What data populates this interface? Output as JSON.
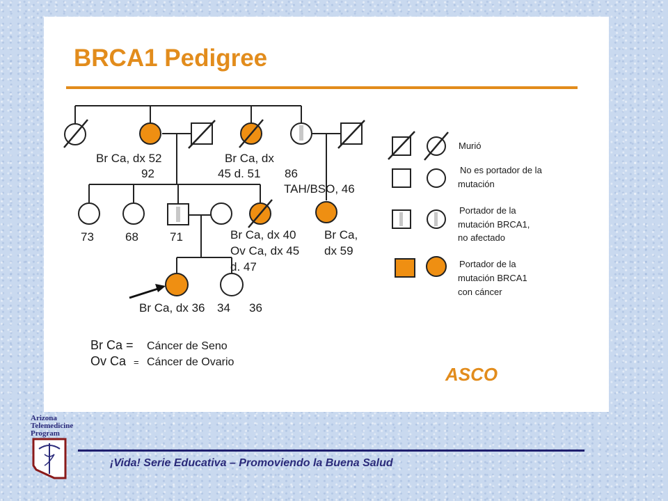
{
  "slide": {
    "title": "BRCA1 Pedigree",
    "footer": "¡Vida! Serie Educativa – Promoviendo la Buena Salud"
  },
  "pedigree": {
    "gen1": {
      "female_left_label": "",
      "female_affected_label": "Br Ca, dx 52",
      "female_affected_age": "92",
      "female_mid_label": "Br Ca, dx",
      "female_mid_label2": "45 d. 51",
      "female_carrier_age": "86",
      "female_carrier_label": "TAH/BSO, 46"
    },
    "gen2": {
      "c1_age": "73",
      "c2_age": "68",
      "c3_age": "71",
      "c5_label1": "Br Ca, dx 40",
      "c5_label2": "Ov Ca, dx 45",
      "c5_label3": "d. 47",
      "c6_label1": "Br Ca,",
      "c6_label2": "dx 59"
    },
    "gen3": {
      "proband_label": "Br Ca, dx 36",
      "proband_age_x": "34",
      "sister_age": "36"
    }
  },
  "legend": {
    "died": "Murió",
    "non_carrier_1": "No es portador de la",
    "non_carrier_2": "mutación",
    "carrier_unaffected_1": "Portador de la",
    "carrier_unaffected_2": "mutación BRCA1,",
    "carrier_unaffected_3": "no afectado",
    "carrier_cancer_1": "Portador de la",
    "carrier_cancer_2": "mutación BRCA1",
    "carrier_cancer_3": "con cáncer"
  },
  "abbreviations": {
    "br_ca_key": "Br Ca =",
    "br_ca_value": "Cáncer de Seno",
    "ov_ca_key": "Ov Ca",
    "ov_ca_eq": "=",
    "ov_ca_value": "Cáncer de Ovario"
  },
  "logos": {
    "asco": "ASCO",
    "program_line1": "Arizona",
    "program_line2": "Telemedicine",
    "program_line3": "Program"
  },
  "colors": {
    "affected": "#ef8f12",
    "title": "#e28c1c",
    "footer_text": "#2a2a7a"
  }
}
